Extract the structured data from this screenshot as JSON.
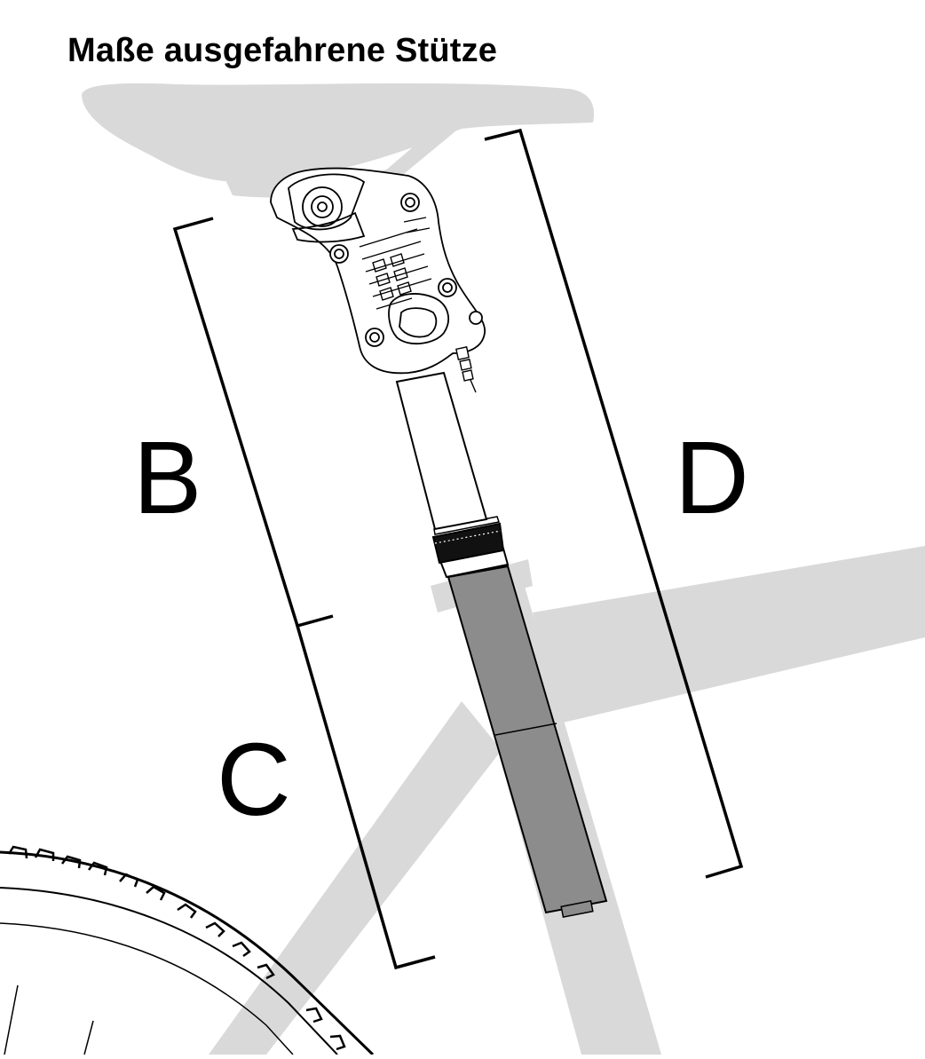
{
  "title": "Maße ausgefahrene Stütze",
  "labels": {
    "b": "B",
    "c": "C",
    "d": "D"
  },
  "colors": {
    "background": "#ffffff",
    "frame_gray": "#d9d9d9",
    "seatpost_lower": "#8c8c8c",
    "outline": "#000000"
  }
}
